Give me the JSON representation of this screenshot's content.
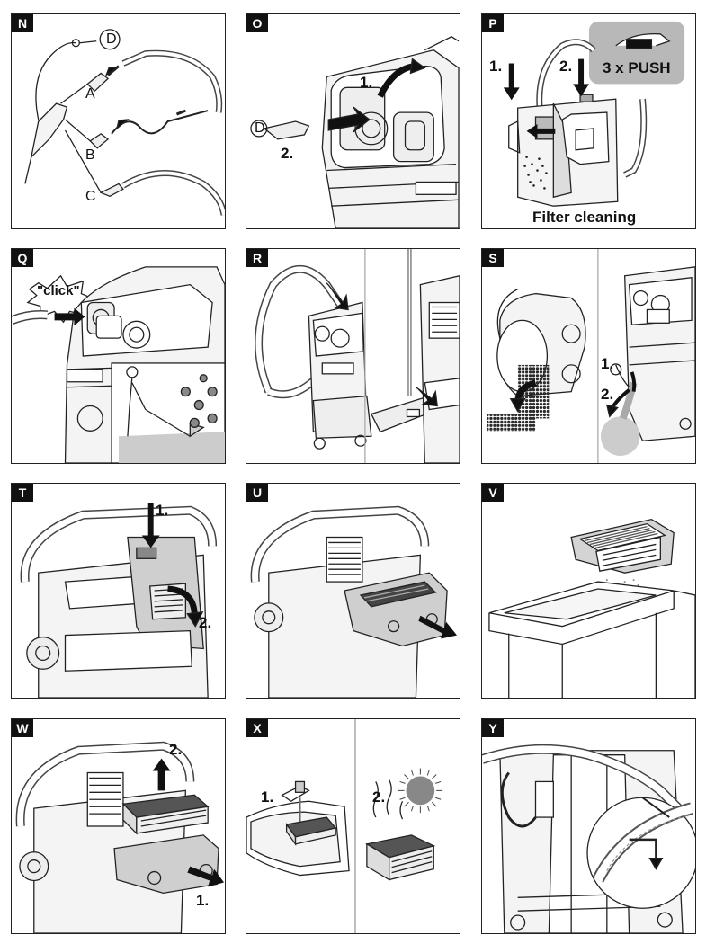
{
  "panels": {
    "N": {
      "letter": "N",
      "labels": {
        "d": "D",
        "a": "A",
        "b": "B",
        "c": "C"
      }
    },
    "O": {
      "letter": "O",
      "labels": {
        "step1": "1.",
        "step2": "2.",
        "d": "D"
      }
    },
    "P": {
      "letter": "P",
      "labels": {
        "step1": "1.",
        "step2": "2.",
        "push": "3 x PUSH",
        "caption": "Filter cleaning"
      }
    },
    "Q": {
      "letter": "Q",
      "labels": {
        "click": "\"click\""
      }
    },
    "R": {
      "letter": "R"
    },
    "S": {
      "letter": "S",
      "labels": {
        "step1": "1.",
        "step2": "2."
      }
    },
    "T": {
      "letter": "T",
      "labels": {
        "step1": "1.",
        "step2": "2."
      }
    },
    "U": {
      "letter": "U"
    },
    "V": {
      "letter": "V"
    },
    "W": {
      "letter": "W",
      "labels": {
        "step1": "1.",
        "step2": "2."
      }
    },
    "X": {
      "letter": "X",
      "labels": {
        "step1": "1.",
        "step2": "2."
      }
    },
    "Y": {
      "letter": "Y"
    }
  }
}
